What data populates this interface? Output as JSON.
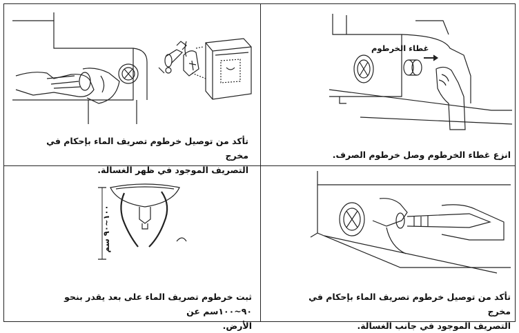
{
  "panels": {
    "top_left": {
      "caption_line1": "تأكد من توصيل خرطوم تصريف الماء بإحكام في مخرج",
      "caption_line2": "التصريف الموجود في ظهر الغسالة."
    },
    "top_right": {
      "label": "غطاء الخرطوم",
      "caption": "انزع غطاء الخرطوم وصل خرطوم الصرف."
    },
    "bottom_left": {
      "height_label": "١٠٠~٩٠ سم",
      "caption_line1": "ثبت خرطوم تصريف الماء على بعد يقدر بنحو ٩٠~١٠٠سم عن",
      "caption_line2": "الأرض."
    },
    "bottom_right": {
      "caption_line1": "تأكد من توصيل خرطوم تصريف الماء بإحكام في مخرج",
      "caption_line2": "التصريف الموجود في جانب الغسالة."
    }
  }
}
